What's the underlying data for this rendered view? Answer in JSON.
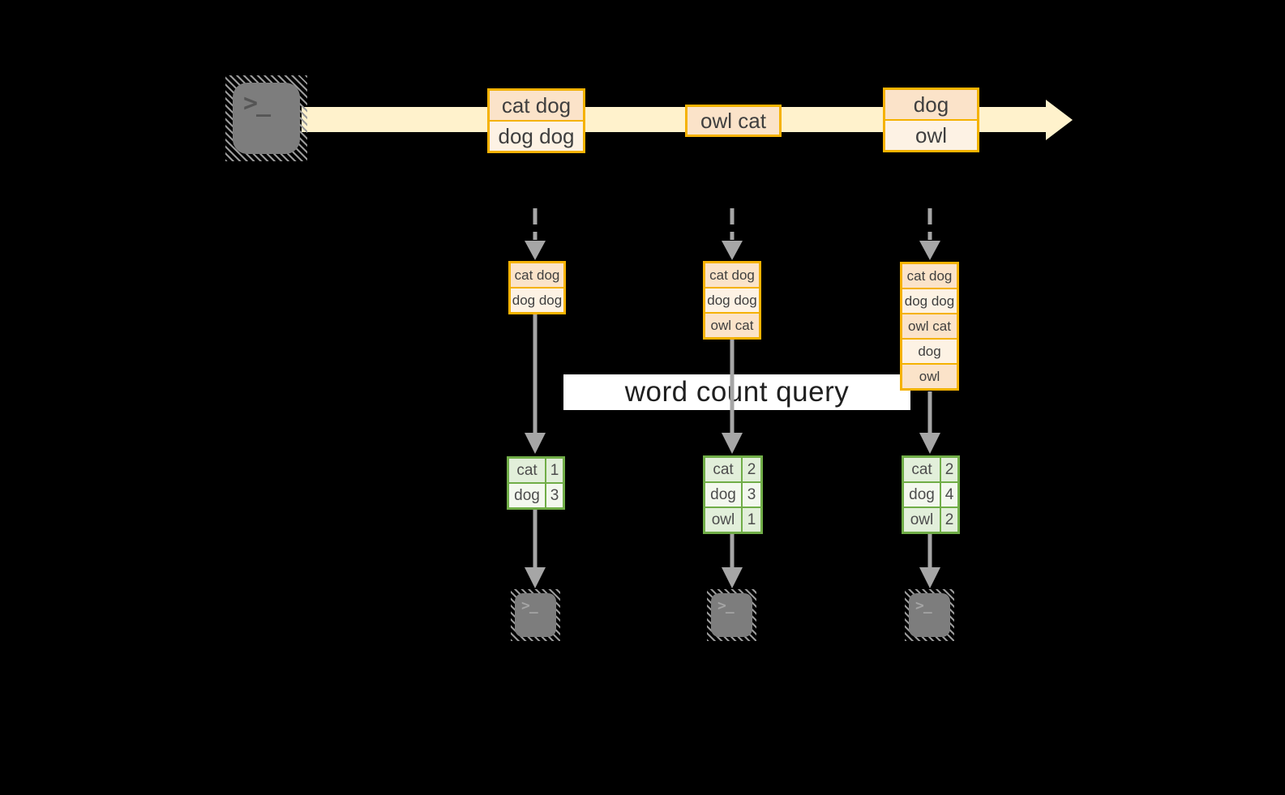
{
  "query_label": "word count query",
  "prompt": ">_",
  "colors": {
    "background": "#000000",
    "stream_band": "#fff2cc",
    "gold_border": "#f5b201",
    "cell_peach": "#fbe3c9",
    "cell_cream": "#fdf2e4",
    "green_border": "#70ad47",
    "green_cell": "#e2efda",
    "green_cell_light": "#f3f8ee",
    "arrow_gray": "#a6a6a6",
    "query_band_bg": "#ffffff"
  },
  "stream": {
    "batches": [
      {
        "items": [
          "cat dog",
          "dog dog"
        ]
      },
      {
        "items": [
          "owl cat"
        ]
      },
      {
        "items": [
          "dog",
          "owl"
        ]
      }
    ]
  },
  "columns": [
    {
      "buffer": [
        "cat dog",
        "dog dog"
      ],
      "counts": [
        {
          "word": "cat",
          "count": "1"
        },
        {
          "word": "dog",
          "count": "3"
        }
      ]
    },
    {
      "buffer": [
        "cat dog",
        "dog dog",
        "owl cat"
      ],
      "counts": [
        {
          "word": "cat",
          "count": "2"
        },
        {
          "word": "dog",
          "count": "3"
        },
        {
          "word": "owl",
          "count": "1"
        }
      ]
    },
    {
      "buffer": [
        "cat dog",
        "dog dog",
        "owl cat",
        "dog",
        "owl"
      ],
      "counts": [
        {
          "word": "cat",
          "count": "2"
        },
        {
          "word": "dog",
          "count": "4"
        },
        {
          "word": "owl",
          "count": "2"
        }
      ]
    }
  ]
}
